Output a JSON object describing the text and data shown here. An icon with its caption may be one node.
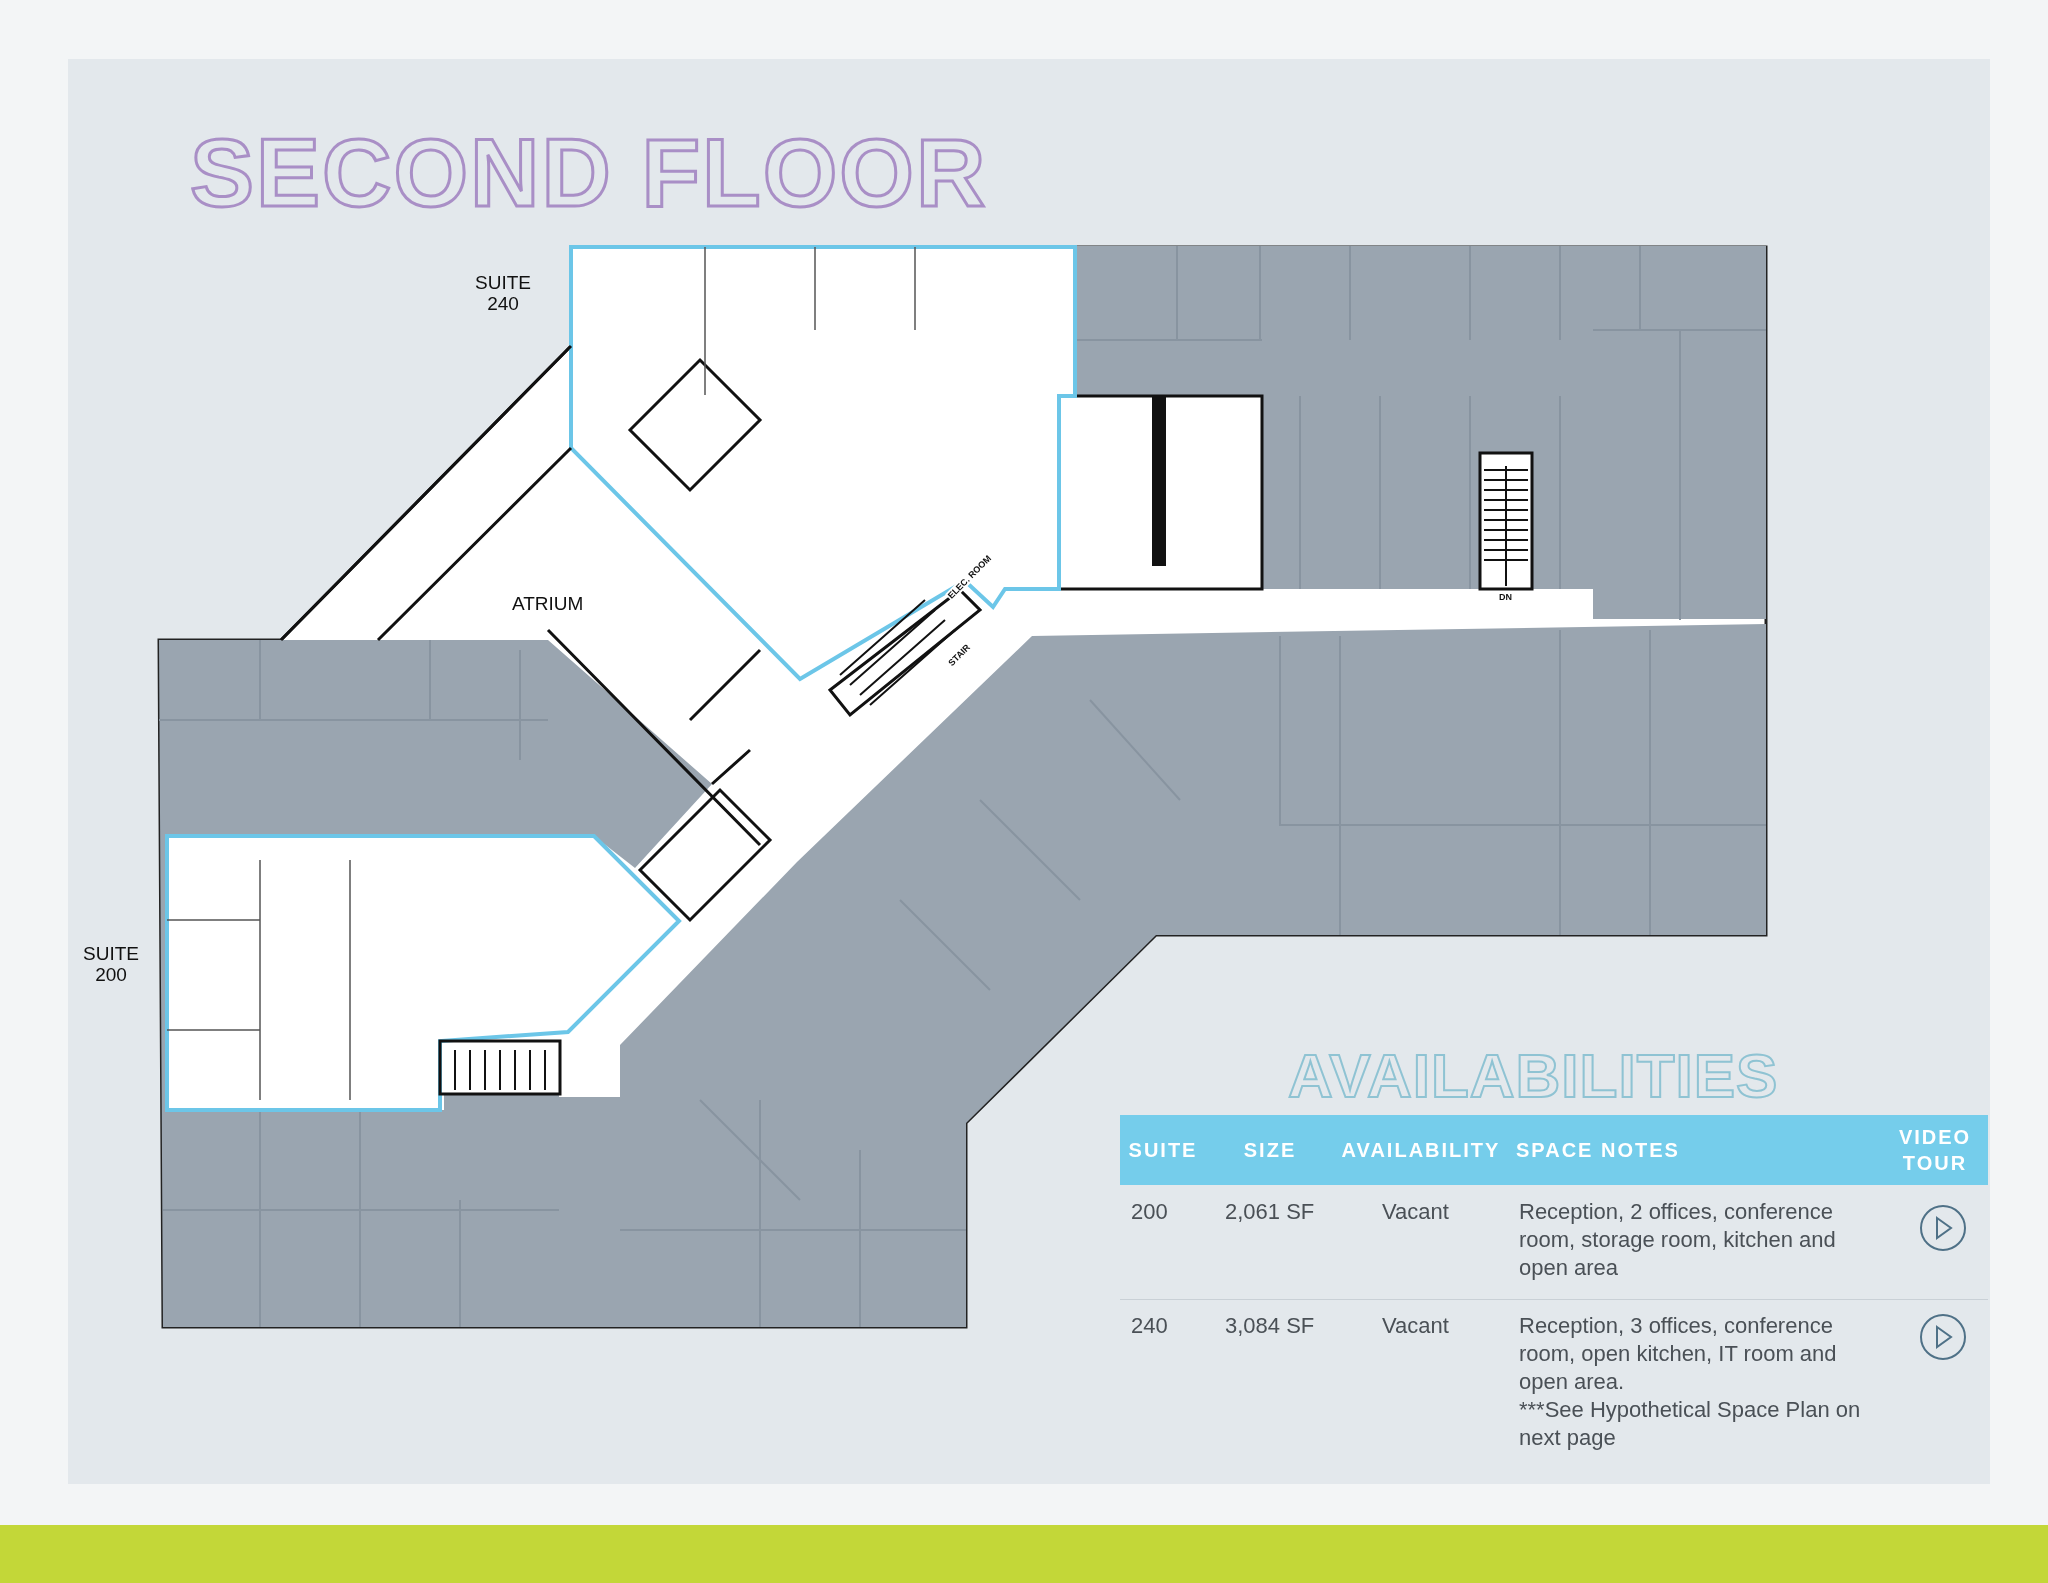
{
  "diagram": {
    "title": "SECOND FLOOR",
    "labels": [
      "SUITE 240",
      "ATRIUM",
      "ELEC. ROOM",
      "STAIR",
      "DN",
      "SUITE 200",
      "AVAILABILITIES",
      "SUITE",
      "SIZE",
      "AVAILABILITY",
      "SPACE NOTES",
      "VIDEO TOUR",
      "200",
      "2,061 SF",
      "Vacant",
      "Reception, 2 offices, conference room, storage room, kitchen and open area",
      "240",
      "3,084 SF",
      "Vacant",
      "Reception, 3 offices, conference room, open kitchen, IT room and open area.",
      "***See Hypothetical Space Plan on next page"
    ]
  }
}
